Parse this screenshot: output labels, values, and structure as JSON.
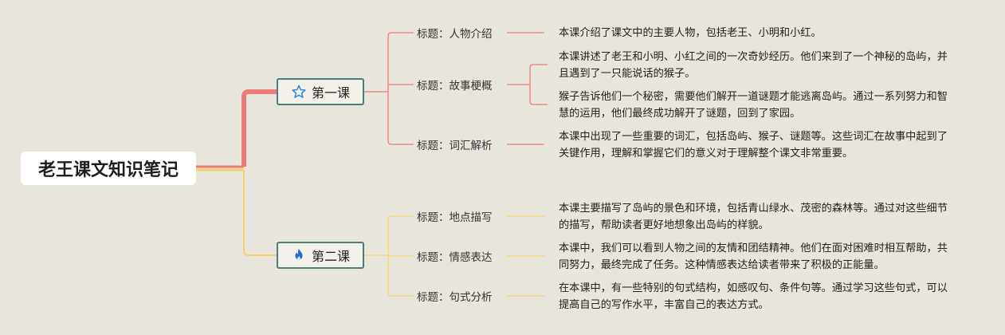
{
  "mindmap": {
    "root": "老王课文知识笔记",
    "lessons": [
      {
        "label": "第一课",
        "icon": "star-icon",
        "color": "#ee7a7a",
        "topics": [
          {
            "title": "标题：人物介绍",
            "details": [
              "本课介绍了课文中的主要人物，包括老王、小明和小红。"
            ]
          },
          {
            "title": "标题：故事梗概",
            "details": [
              "本课讲述了老王和小明、小红之间的一次奇妙经历。他们来到了一个神秘的岛屿，并且遇到了一只能说话的猴子。",
              "猴子告诉他们一个秘密，需要他们解开一道谜题才能逃离岛屿。通过一系列努力和智慧的运用，他们最终成功解开了谜题，回到了家园。"
            ]
          },
          {
            "title": "标题：词汇解析",
            "details": [
              "本课中出现了一些重要的词汇，包括岛屿、猴子、谜题等。这些词汇在故事中起到了关键作用，理解和掌握它们的意义对于理解整个课文非常重要。"
            ]
          }
        ]
      },
      {
        "label": "第二课",
        "icon": "fire-icon",
        "color": "#f6d36a",
        "topics": [
          {
            "title": "标题：地点描写",
            "details": [
              "本课主要描写了岛屿的景色和环境，包括青山绿水、茂密的森林等。通过对这些细节的描写，帮助读者更好地想象出岛屿的样貌。"
            ]
          },
          {
            "title": "标题：情感表达",
            "details": [
              "本课中，我们可以看到人物之间的友情和团结精神。他们在面对困难时相互帮助，共同努力，最终完成了任务。这种情感表达给读者带来了积极的正能量。"
            ]
          },
          {
            "title": "标题：句式分析",
            "details": [
              "在本课中，有一些特别的句式结构，如感叹句、条件句等。通过学习这些句式，可以提高自己的写作水平，丰富自己的表达方式。"
            ]
          }
        ]
      }
    ]
  },
  "colors": {
    "background": "#e8e5dc",
    "lesson_border": "#4a7e7a",
    "star_icon": "#2a8ad6",
    "fire_icon": "#2070c8"
  }
}
